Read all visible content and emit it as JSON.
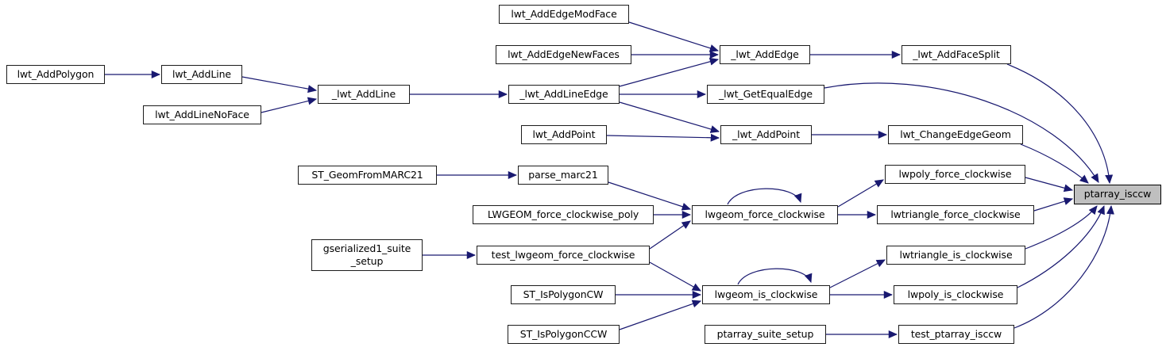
{
  "diagram": {
    "type": "call-graph",
    "focus_node": "ptarray_isccw",
    "colors": {
      "edge": "#191970",
      "node_border": "#1c1c1c",
      "node_fill": "#ffffff",
      "focus_fill": "#bfbfbf",
      "text": "#000000",
      "background": "#ffffff"
    },
    "nodes": [
      {
        "id": "lwt_AddPolygon",
        "label": "lwt_AddPolygon"
      },
      {
        "id": "lwt_AddLine",
        "label": "lwt_AddLine"
      },
      {
        "id": "lwt_AddLineNoFace",
        "label": "lwt_AddLineNoFace"
      },
      {
        "id": "_lwt_AddLine",
        "label": "_lwt_AddLine"
      },
      {
        "id": "lwt_AddEdgeModFace",
        "label": "lwt_AddEdgeModFace"
      },
      {
        "id": "lwt_AddEdgeNewFaces",
        "label": "lwt_AddEdgeNewFaces"
      },
      {
        "id": "_lwt_AddLineEdge",
        "label": "_lwt_AddLineEdge"
      },
      {
        "id": "lwt_AddPoint",
        "label": "lwt_AddPoint"
      },
      {
        "id": "_lwt_AddEdge",
        "label": "_lwt_AddEdge"
      },
      {
        "id": "_lwt_AddFaceSplit",
        "label": "_lwt_AddFaceSplit"
      },
      {
        "id": "_lwt_GetEqualEdge",
        "label": "_lwt_GetEqualEdge"
      },
      {
        "id": "_lwt_AddPoint",
        "label": "_lwt_AddPoint"
      },
      {
        "id": "lwt_ChangeEdgeGeom",
        "label": "lwt_ChangeEdgeGeom"
      },
      {
        "id": "ST_GeomFromMARC21",
        "label": "ST_GeomFromMARC21"
      },
      {
        "id": "parse_marc21",
        "label": "parse_marc21"
      },
      {
        "id": "LWGEOM_force_clockwise_poly",
        "label": "LWGEOM_force_clockwise_poly"
      },
      {
        "id": "lwgeom_force_clockwise",
        "label": "lwgeom_force_clockwise"
      },
      {
        "id": "lwpoly_force_clockwise",
        "label": "lwpoly_force_clockwise"
      },
      {
        "id": "lwtriangle_force_clockwise",
        "label": "lwtriangle_force_clockwise"
      },
      {
        "id": "gserialized1_suite_setup",
        "label": "gserialized1_suite\n_setup"
      },
      {
        "id": "test_lwgeom_force_clockwise",
        "label": "test_lwgeom_force_clockwise"
      },
      {
        "id": "ST_IsPolygonCW",
        "label": "ST_IsPolygonCW"
      },
      {
        "id": "ST_IsPolygonCCW",
        "label": "ST_IsPolygonCCW"
      },
      {
        "id": "lwgeom_is_clockwise",
        "label": "lwgeom_is_clockwise"
      },
      {
        "id": "lwtriangle_is_clockwise",
        "label": "lwtriangle_is_clockwise"
      },
      {
        "id": "lwpoly_is_clockwise",
        "label": "lwpoly_is_clockwise"
      },
      {
        "id": "ptarray_suite_setup",
        "label": "ptarray_suite_setup"
      },
      {
        "id": "test_ptarray_isccw",
        "label": "test_ptarray_isccw"
      },
      {
        "id": "ptarray_isccw",
        "label": "ptarray_isccw",
        "highlighted": true
      }
    ],
    "edges": [
      {
        "from": "lwt_AddPolygon",
        "to": "lwt_AddLine"
      },
      {
        "from": "lwt_AddLine",
        "to": "_lwt_AddLine"
      },
      {
        "from": "lwt_AddLineNoFace",
        "to": "_lwt_AddLine"
      },
      {
        "from": "_lwt_AddLine",
        "to": "_lwt_AddLineEdge"
      },
      {
        "from": "lwt_AddEdgeModFace",
        "to": "_lwt_AddEdge"
      },
      {
        "from": "lwt_AddEdgeNewFaces",
        "to": "_lwt_AddEdge"
      },
      {
        "from": "_lwt_AddLineEdge",
        "to": "_lwt_AddEdge"
      },
      {
        "from": "_lwt_AddLineEdge",
        "to": "_lwt_GetEqualEdge"
      },
      {
        "from": "_lwt_AddLineEdge",
        "to": "_lwt_AddPoint"
      },
      {
        "from": "lwt_AddPoint",
        "to": "_lwt_AddPoint"
      },
      {
        "from": "_lwt_AddEdge",
        "to": "_lwt_AddFaceSplit"
      },
      {
        "from": "_lwt_AddPoint",
        "to": "lwt_ChangeEdgeGeom"
      },
      {
        "from": "_lwt_AddFaceSplit",
        "to": "ptarray_isccw"
      },
      {
        "from": "_lwt_GetEqualEdge",
        "to": "ptarray_isccw"
      },
      {
        "from": "lwt_ChangeEdgeGeom",
        "to": "ptarray_isccw"
      },
      {
        "from": "ST_GeomFromMARC21",
        "to": "parse_marc21"
      },
      {
        "from": "parse_marc21",
        "to": "lwgeom_force_clockwise"
      },
      {
        "from": "LWGEOM_force_clockwise_poly",
        "to": "lwgeom_force_clockwise"
      },
      {
        "from": "test_lwgeom_force_clockwise",
        "to": "lwgeom_force_clockwise"
      },
      {
        "from": "lwgeom_force_clockwise",
        "to": "lwgeom_force_clockwise"
      },
      {
        "from": "lwgeom_force_clockwise",
        "to": "lwpoly_force_clockwise"
      },
      {
        "from": "lwgeom_force_clockwise",
        "to": "lwtriangle_force_clockwise"
      },
      {
        "from": "lwpoly_force_clockwise",
        "to": "ptarray_isccw"
      },
      {
        "from": "lwtriangle_force_clockwise",
        "to": "ptarray_isccw"
      },
      {
        "from": "gserialized1_suite_setup",
        "to": "test_lwgeom_force_clockwise"
      },
      {
        "from": "test_lwgeom_force_clockwise",
        "to": "lwgeom_is_clockwise"
      },
      {
        "from": "ST_IsPolygonCW",
        "to": "lwgeom_is_clockwise"
      },
      {
        "from": "ST_IsPolygonCCW",
        "to": "lwgeom_is_clockwise"
      },
      {
        "from": "lwgeom_is_clockwise",
        "to": "lwgeom_is_clockwise"
      },
      {
        "from": "lwgeom_is_clockwise",
        "to": "lwtriangle_is_clockwise"
      },
      {
        "from": "lwgeom_is_clockwise",
        "to": "lwpoly_is_clockwise"
      },
      {
        "from": "lwtriangle_is_clockwise",
        "to": "ptarray_isccw"
      },
      {
        "from": "lwpoly_is_clockwise",
        "to": "ptarray_isccw"
      },
      {
        "from": "ptarray_suite_setup",
        "to": "test_ptarray_isccw"
      },
      {
        "from": "test_ptarray_isccw",
        "to": "ptarray_isccw"
      }
    ]
  }
}
